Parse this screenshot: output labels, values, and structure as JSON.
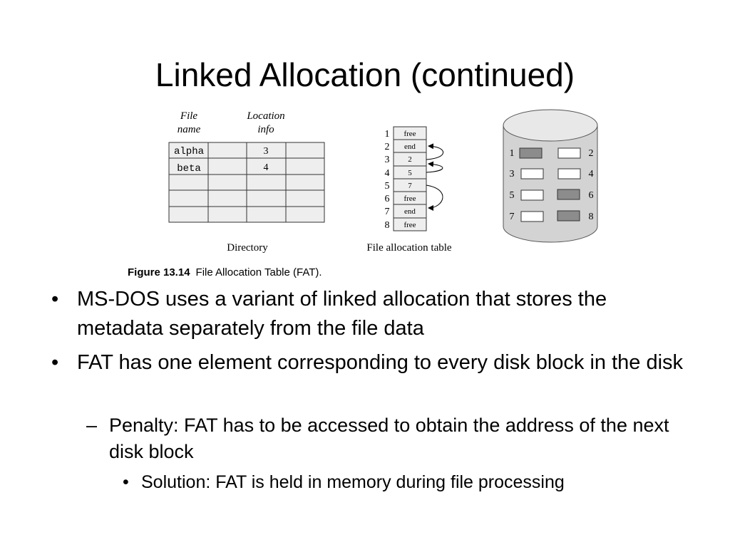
{
  "slide": {
    "title": "Linked Allocation (continued)"
  },
  "directory": {
    "header_file": [
      "File",
      "name"
    ],
    "header_location": [
      "Location",
      "info"
    ],
    "rows": [
      {
        "name": "alpha",
        "location": "3"
      },
      {
        "name": "beta",
        "location": "4"
      },
      {
        "name": "",
        "location": ""
      },
      {
        "name": "",
        "location": ""
      },
      {
        "name": "",
        "location": ""
      }
    ],
    "label": "Directory"
  },
  "fat": {
    "label": "File allocation table",
    "entries": [
      {
        "index": "1",
        "value": "free"
      },
      {
        "index": "2",
        "value": "end"
      },
      {
        "index": "3",
        "value": "2"
      },
      {
        "index": "4",
        "value": "5"
      },
      {
        "index": "5",
        "value": "7"
      },
      {
        "index": "6",
        "value": "free"
      },
      {
        "index": "7",
        "value": "end"
      },
      {
        "index": "8",
        "value": "free"
      }
    ]
  },
  "disk": {
    "blocks": [
      {
        "label": "1",
        "used": true
      },
      {
        "label": "2",
        "used": false
      },
      {
        "label": "3",
        "used": false
      },
      {
        "label": "4",
        "used": false
      },
      {
        "label": "5",
        "used": false
      },
      {
        "label": "6",
        "used": true
      },
      {
        "label": "7",
        "used": false
      },
      {
        "label": "8",
        "used": true
      }
    ]
  },
  "caption": {
    "figure_no": "Figure 13.14",
    "text": "File Allocation Table (FAT)."
  },
  "bullets": [
    {
      "mark": "•",
      "text": "MS-DOS uses a variant of linked allocation that stores the metadata separately from the file data"
    },
    {
      "mark": "•",
      "text": "FAT has one element corresponding to every disk block in the disk"
    },
    {
      "mark": "–",
      "text": "Penalty: FAT has to be accessed to obtain the address of the next disk block"
    },
    {
      "mark": "•",
      "text": "Solution: FAT is held in memory during file processing"
    }
  ],
  "colors": {
    "cell_fill": "#eeeeee",
    "disk_fill": "#d3d3d3",
    "block_used": "#8c8c8c",
    "block_free": "#ffffff"
  }
}
